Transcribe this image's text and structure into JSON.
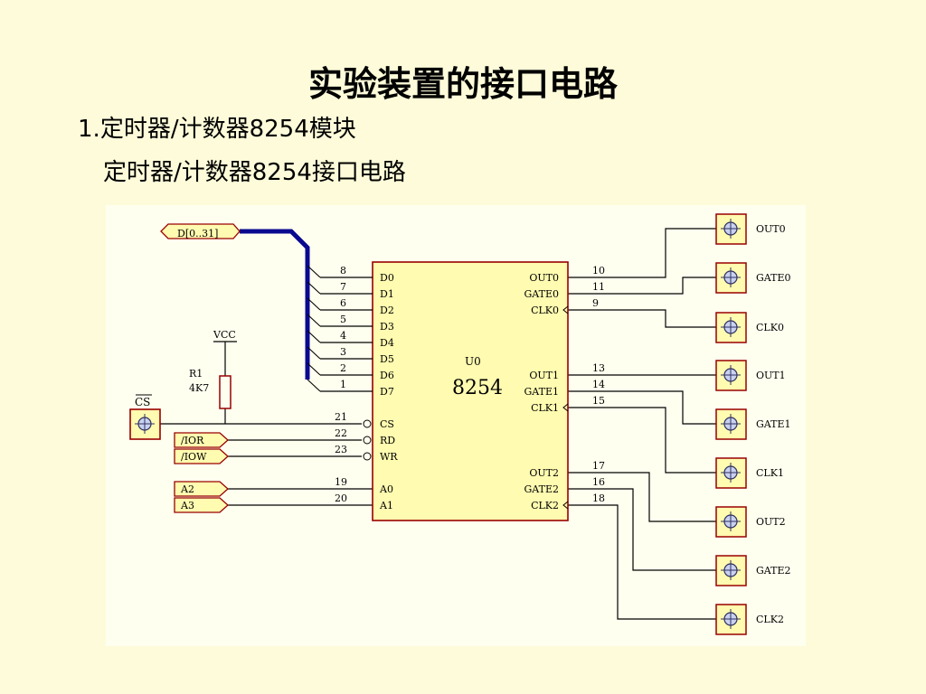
{
  "slide": {
    "title": "实验装置的接口电路",
    "subtitle_number": "1.",
    "subtitle_text": "定时器/计数器8254模块",
    "caption": "定时器/计数器8254接口电路"
  },
  "schematic": {
    "bus_label": "D[0..31]",
    "chip": {
      "name": "U0",
      "part": "8254"
    },
    "vcc": "VCC",
    "resistor": {
      "ref": "R1",
      "value": "4K7"
    },
    "cs_connector": "CS",
    "ports": [
      "/IOR",
      "/IOW",
      "A2",
      "A3"
    ],
    "data_pins": [
      {
        "num": "8",
        "name": "D0"
      },
      {
        "num": "7",
        "name": "D1"
      },
      {
        "num": "6",
        "name": "D2"
      },
      {
        "num": "5",
        "name": "D3"
      },
      {
        "num": "4",
        "name": "D4"
      },
      {
        "num": "3",
        "name": "D5"
      },
      {
        "num": "2",
        "name": "D6"
      },
      {
        "num": "1",
        "name": "D7"
      }
    ],
    "control_pins": [
      {
        "num": "21",
        "name": "CS"
      },
      {
        "num": "22",
        "name": "RD"
      },
      {
        "num": "23",
        "name": "WR"
      },
      {
        "num": "19",
        "name": "A0"
      },
      {
        "num": "20",
        "name": "A1"
      }
    ],
    "right_pins": [
      {
        "num": "10",
        "name": "OUT0"
      },
      {
        "num": "11",
        "name": "GATE0"
      },
      {
        "num": "9",
        "name": "CLK0"
      },
      {
        "num": "13",
        "name": "OUT1"
      },
      {
        "num": "14",
        "name": "GATE1"
      },
      {
        "num": "15",
        "name": "CLK1"
      },
      {
        "num": "17",
        "name": "OUT2"
      },
      {
        "num": "16",
        "name": "GATE2"
      },
      {
        "num": "18",
        "name": "CLK2"
      }
    ],
    "connectors": [
      "OUT0",
      "GATE0",
      "CLK0",
      "OUT1",
      "GATE1",
      "CLK1",
      "OUT2",
      "GATE2",
      "CLK2"
    ],
    "colors": {
      "chip_fill": "#fffbb0",
      "chip_border": "#990000",
      "wire": "#000000",
      "bus": "#0a0a90",
      "connector_fill": "#fffbb0",
      "connector_border": "#990000",
      "port_fill": "#fffbb0"
    }
  }
}
